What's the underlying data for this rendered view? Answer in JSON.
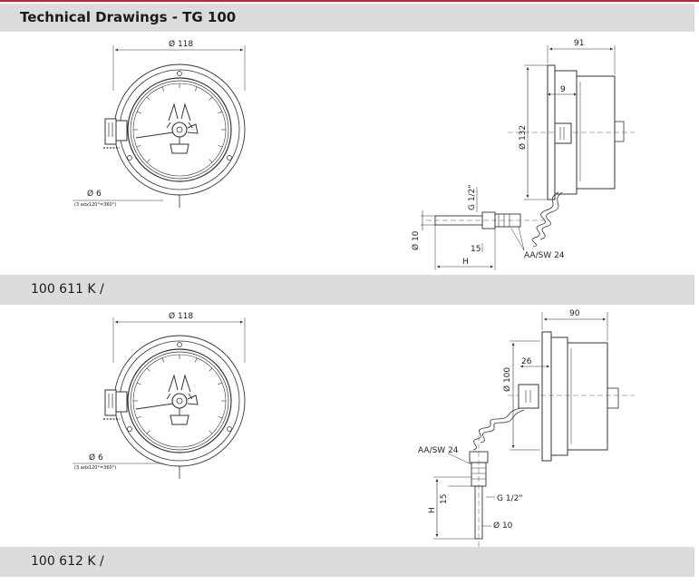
{
  "header": {
    "title": "Technical Drawings - TG 100"
  },
  "models": [
    {
      "label": "100 611 K /",
      "front": {
        "diameter": "Ø 118",
        "hole": "Ø 6",
        "hole_note": "(3 adx120°=360°)"
      },
      "side": {
        "depth": "91",
        "offset": "9",
        "diameter": "Ø 132",
        "thread": "G 1/2\"",
        "stem": "Ø 10",
        "length": "15",
        "wrench": "AA/SW 24",
        "height": "H"
      }
    },
    {
      "label": "100 612 K /",
      "front": {
        "diameter": "Ø 118",
        "hole": "Ø 6",
        "hole_note": "(3 adx120°=360°)"
      },
      "side": {
        "depth": "90",
        "offset": "26",
        "diameter": "Ø 100",
        "thread": "G 1/2\"",
        "stem": "Ø 10",
        "length": "15",
        "wrench": "AA/SW 24",
        "height": "H"
      }
    }
  ],
  "colors": {
    "accent": "#c0272d",
    "band": "#dcdcdc",
    "line": "#333333"
  }
}
